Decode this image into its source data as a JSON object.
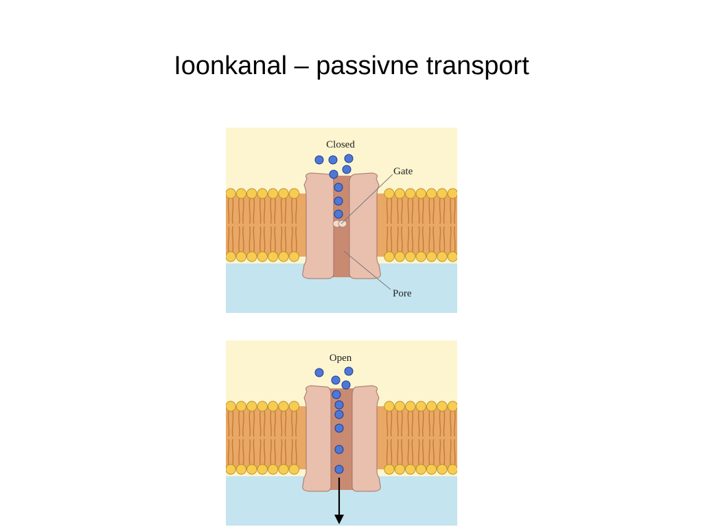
{
  "slide": {
    "title": "Ioonkanal – passivne transport"
  },
  "panels": {
    "closed": {
      "state_label": "Closed",
      "gate_label": "Gate",
      "pore_label": "Pore"
    },
    "open": {
      "state_label": "Open"
    }
  },
  "colors": {
    "extracellular": "#fdf5cf",
    "cytoplasm": "#c4e4ef",
    "lipid_head": "#f6cd52",
    "lipid_tail": "#c37938",
    "lipid_band": "#e9a865",
    "channel_protein": "#e9bfae",
    "channel_pore": "#c98a72",
    "ion": "#4e78d8"
  }
}
